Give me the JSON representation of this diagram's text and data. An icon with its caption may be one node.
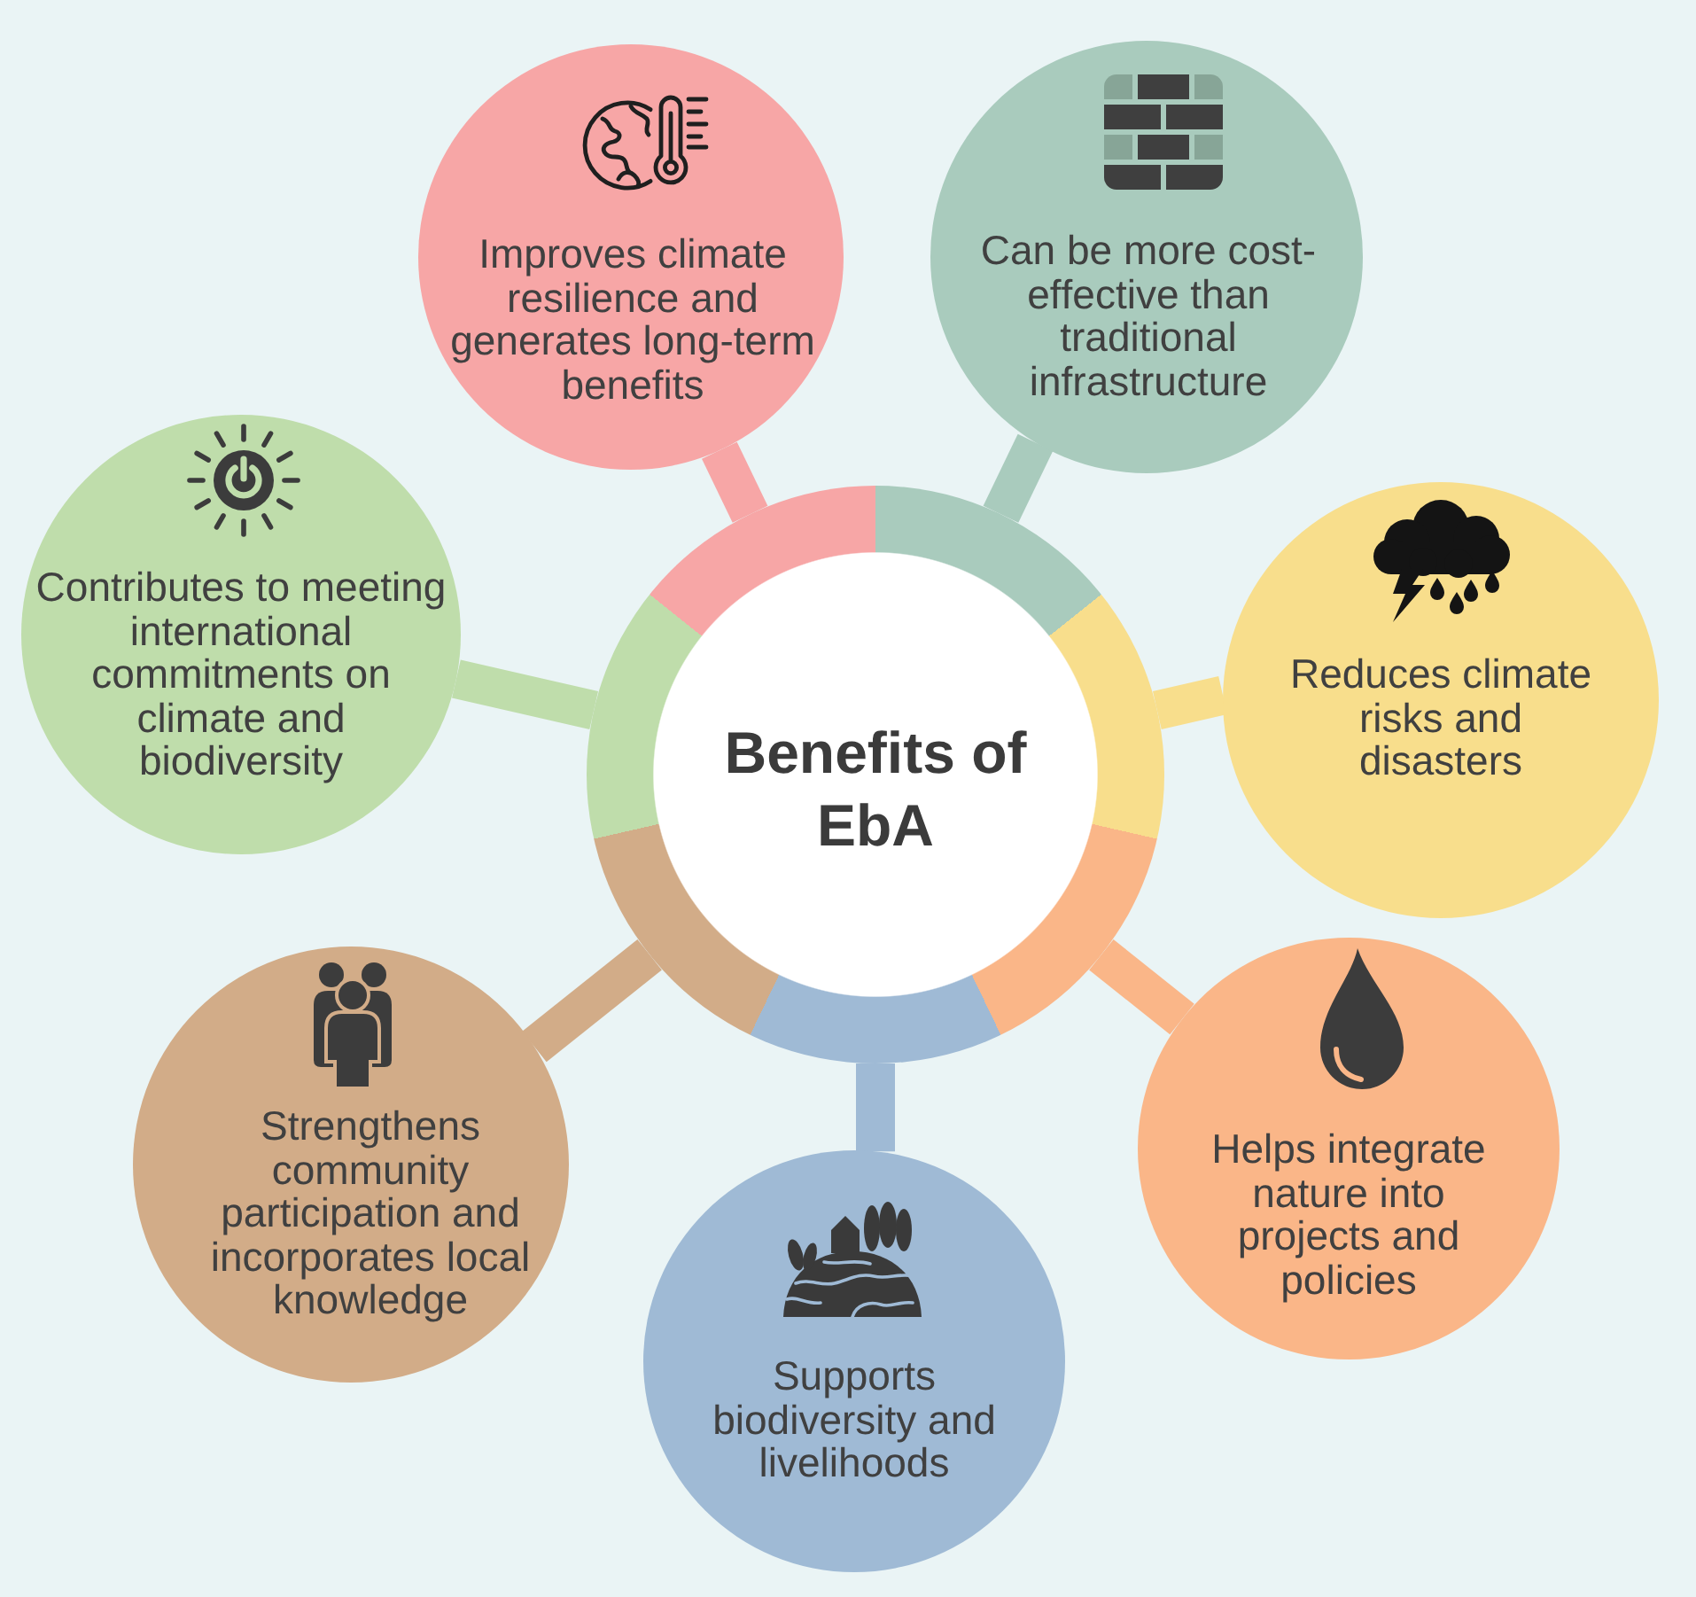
{
  "diagram": {
    "nodes": [
      {
        "text": [
          "Benefits of EbA"
        ]
      },
      {
        "text": [
          "Improves climate resilience and generates long-term benefits"
        ]
      },
      {
        "text": [
          "Can be more cost-effective than traditional infrastructure"
        ]
      },
      {
        "text": [
          "Reduces climate risks and disasters"
        ]
      },
      {
        "text": [
          "Helps integrate nature into projects and policies"
        ]
      },
      {
        "text": [
          "Supports biodiversity and livelihoods"
        ]
      },
      {
        "text": [
          "Strengthens community participation and incorporates local knowledge"
        ]
      },
      {
        "text": [
          "Contributes to meeting international commitments on climate and biodiversity"
        ]
      }
    ],
    "edges": [
      {
        "from": 0,
        "to": 1,
        "arrow": "none",
        "color": "#f7a6a6"
      },
      {
        "from": 0,
        "to": 2,
        "arrow": "none",
        "color": "#a9cbbd"
      },
      {
        "from": 0,
        "to": 3,
        "arrow": "none",
        "color": "#f8de8c"
      },
      {
        "from": 0,
        "to": 4,
        "arrow": "none",
        "color": "#fab688"
      },
      {
        "from": 0,
        "to": 5,
        "arrow": "none",
        "color": "#9fbad5"
      },
      {
        "from": 0,
        "to": 6,
        "arrow": "none",
        "color": "#d2ac88"
      },
      {
        "from": 0,
        "to": 7,
        "arrow": "none",
        "color": "#bfddab"
      }
    ]
  }
}
